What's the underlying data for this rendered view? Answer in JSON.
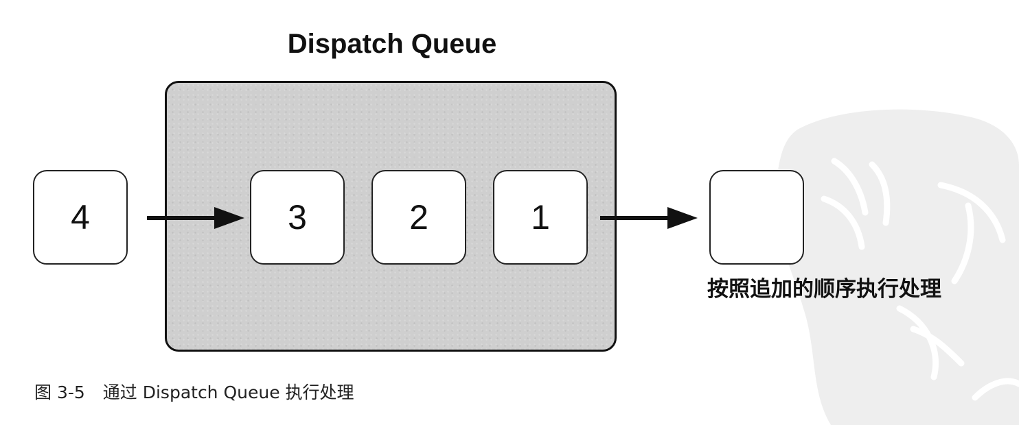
{
  "diagram": {
    "title": "Dispatch Queue",
    "incoming_task": "4",
    "queued_tasks": [
      "3",
      "2",
      "1"
    ],
    "output_label": "按照追加的顺序执行处理"
  },
  "caption": {
    "figure_number": "图 3-5",
    "text": "通过 Dispatch Queue 执行处理"
  },
  "colors": {
    "queue_fill": "#cfcfcf",
    "box_fill": "#ffffff",
    "stroke": "#111111",
    "watermark": "#eeeeee"
  }
}
